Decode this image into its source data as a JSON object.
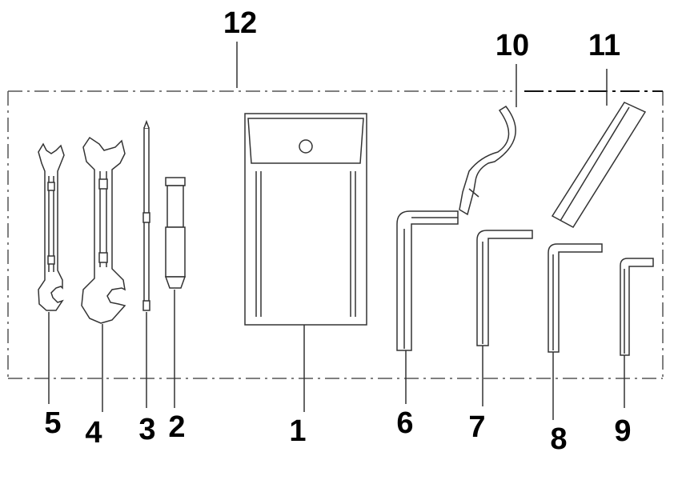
{
  "labels": {
    "n1": "1",
    "n2": "2",
    "n3": "3",
    "n4": "4",
    "n5": "5",
    "n6": "6",
    "n7": "7",
    "n8": "8",
    "n9": "9",
    "n10": "10",
    "n11": "11",
    "n12": "12"
  },
  "colors": {
    "stroke": "#333333",
    "border": "#555555",
    "text": "#000000"
  }
}
